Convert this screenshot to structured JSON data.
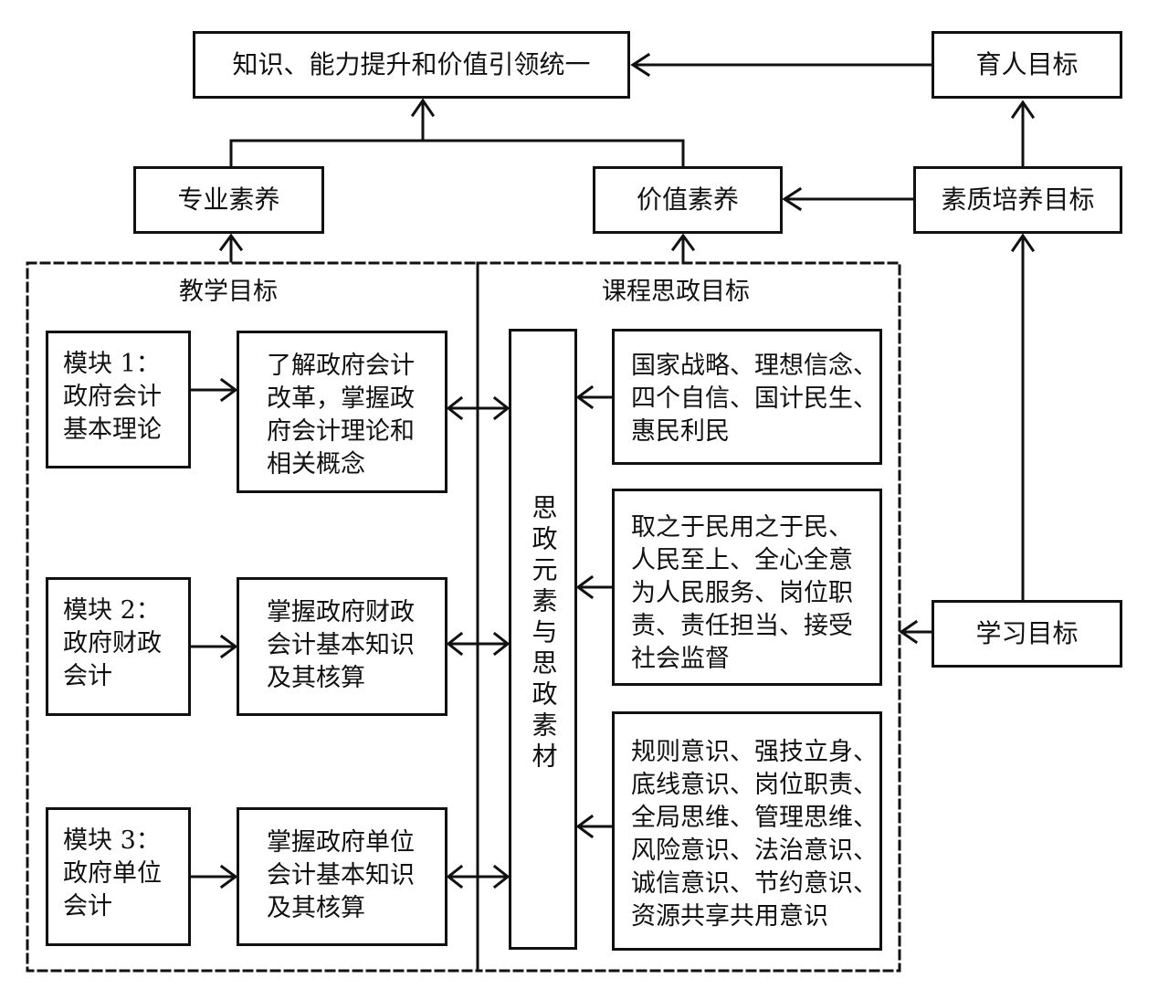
{
  "goals": {
    "unity": "知识、能力提升和价值引领统一",
    "education": "育人目标",
    "quality": "素质培养目标",
    "learning": "学习目标"
  },
  "literacy": {
    "professional": "专业素养",
    "value": "价值素养"
  },
  "sections": {
    "teaching": "教学目标",
    "ideological": "课程思政目标"
  },
  "modules": [
    {
      "name": "模块 1：\n政府会计\n基本理论",
      "content": "了解政府会计\n改革，掌握政\n府会计理论和\n相关概念"
    },
    {
      "name": "模块 2：\n政府财政\n会计",
      "content": "掌握政府财政\n会计基本知识\n及其核算"
    },
    {
      "name": "模块 3：\n政府单位\n会计",
      "content": "掌握政府单位\n会计基本知识\n及其核算"
    }
  ],
  "center_column": "思政元素与思政素材",
  "elements": [
    "国家战略、理想信念、\n四个自信、国计民生、\n惠民利民",
    "取之于民用之于民、\n人民至上、全心全意\n为人民服务、岗位职\n责、责任担当、接受\n社会监督",
    "规则意识、强技立身、\n底线意识、岗位职责、\n全局思维、管理思维、\n风险意识、法治意识、\n诚信意识、节约意识、\n资源共享共用意识"
  ]
}
